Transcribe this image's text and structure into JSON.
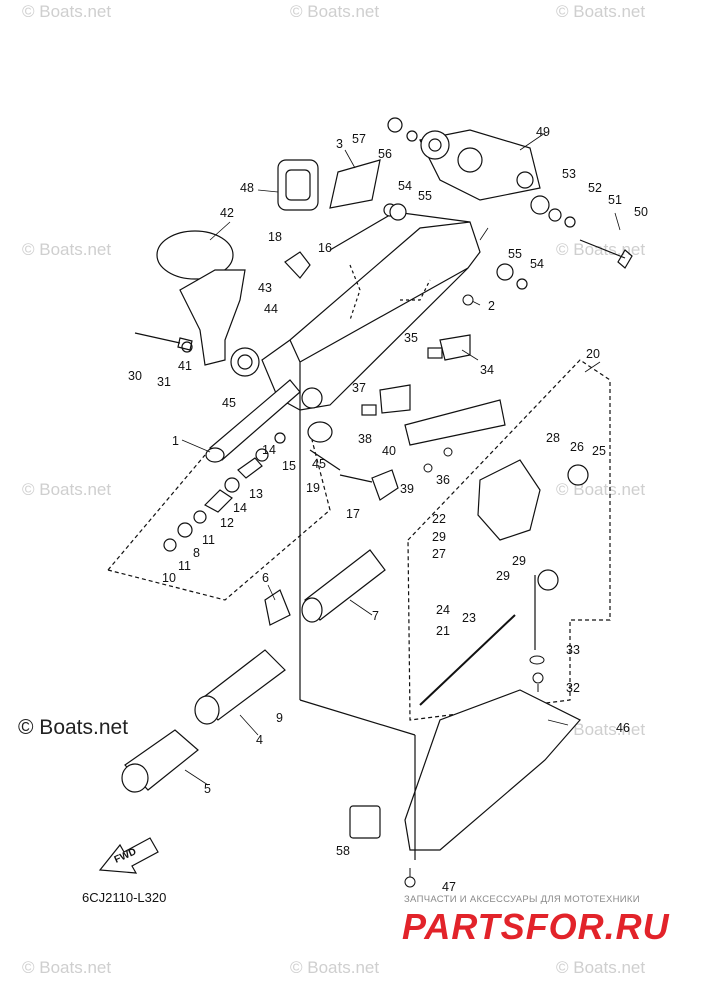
{
  "watermarks": [
    "© Boats.net",
    "© Boats.net",
    "© Boats.net",
    "© Boats.net",
    "© Boats.net",
    "© Boats.net",
    "© Boats.net",
    "© Boats.net",
    "© Boats.net"
  ],
  "watermark_large": "© Boats.net",
  "diagram_code": "6CJ2110-L320",
  "fwd_label": "FWD",
  "promo_text": "ЗАПЧАСТИ И АКСЕССУАРЫ ДЛЯ МОТОТЕХНИКИ",
  "promo_logo": "PARTSFOR.RU",
  "callouts": [
    "1",
    "2",
    "3",
    "4",
    "5",
    "6",
    "7",
    "8",
    "9",
    "10",
    "11",
    "11",
    "12",
    "13",
    "14",
    "14",
    "15",
    "16",
    "17",
    "18",
    "19",
    "20",
    "21",
    "22",
    "23",
    "24",
    "25",
    "26",
    "27",
    "28",
    "29",
    "29",
    "29",
    "30",
    "31",
    "32",
    "33",
    "34",
    "35",
    "36",
    "37",
    "38",
    "39",
    "40",
    "41",
    "42",
    "43",
    "44",
    "45",
    "45",
    "46",
    "47",
    "48",
    "49",
    "50",
    "51",
    "52",
    "53",
    "54",
    "54",
    "55",
    "55",
    "56",
    "57",
    "58"
  ]
}
